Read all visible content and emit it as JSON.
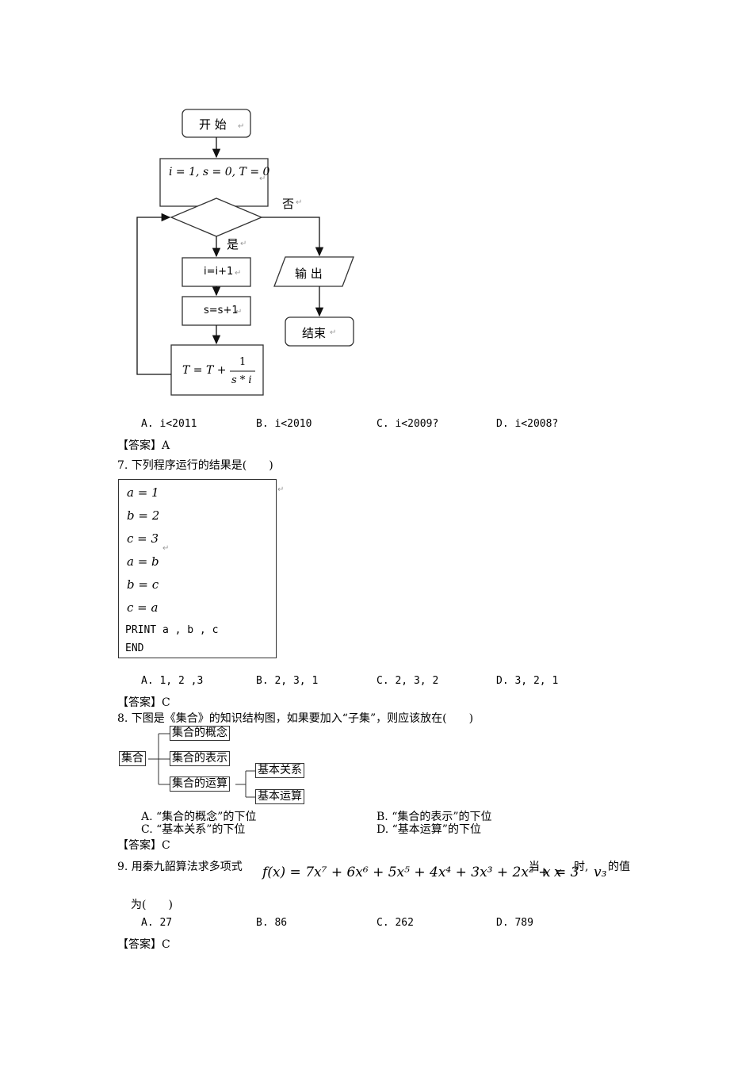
{
  "flowchart": {
    "start": "开 始",
    "init": "i = 1, s = 0, T = 0",
    "no_label": "否",
    "yes_label": "是",
    "step_i": "i=i+1",
    "step_s": "s=s+1",
    "step_T_lhs": "T = T +",
    "step_T_num": "1",
    "step_T_den": "s * i",
    "output": "输 出",
    "end": "结束"
  },
  "q6": {
    "options": [
      "A. i<2011",
      "B.  i<2010",
      "C.  i<2009?",
      "D. i<2008?"
    ],
    "answer": "【答案】A"
  },
  "q7": {
    "stem": "7. 下列程序运行的结果是(　　)",
    "program": [
      "a = 1",
      "b = 2",
      "c = 3",
      "a = b",
      "b = c",
      "c = a",
      "PRINT  a , b , c",
      "END"
    ],
    "options": [
      "A.  1, 2 ,3",
      "B.  2, 3, 1",
      "C.  2, 3, 2",
      "D.  3, 2, 1"
    ],
    "answer": "【答案】C"
  },
  "q8": {
    "stem": "8. 下图是《集合》的知识结构图，如果要加入“子集”，则应该放在(　　)",
    "tree": {
      "root": "集合",
      "children": [
        "集合的概念",
        "集合的表示",
        "集合的运算"
      ],
      "grandchildren": [
        "基本关系",
        "基本运算"
      ]
    },
    "options": [
      "A. “集合的概念”的下位",
      "B. “集合的表示”的下位",
      "C. “基本关系”的下位",
      "D. “基本运算”的下位"
    ],
    "answer": "【答案】C"
  },
  "q9": {
    "stem_prefix": "9. 用秦九韶算法求多项式",
    "poly": "f(x) = 7x⁷ + 6x⁶ + 5x⁵ + 4x⁴ + 3x³ + 2x² + x",
    "when": "当",
    "cond": "x = 3",
    "shi": "时,",
    "v3": "v₃",
    "suffix": "的值",
    "stem_line2": "为(　　)",
    "options": [
      "A. 27",
      "B. 86",
      "C. 262",
      "D. 789"
    ],
    "answer": "【答案】C"
  }
}
